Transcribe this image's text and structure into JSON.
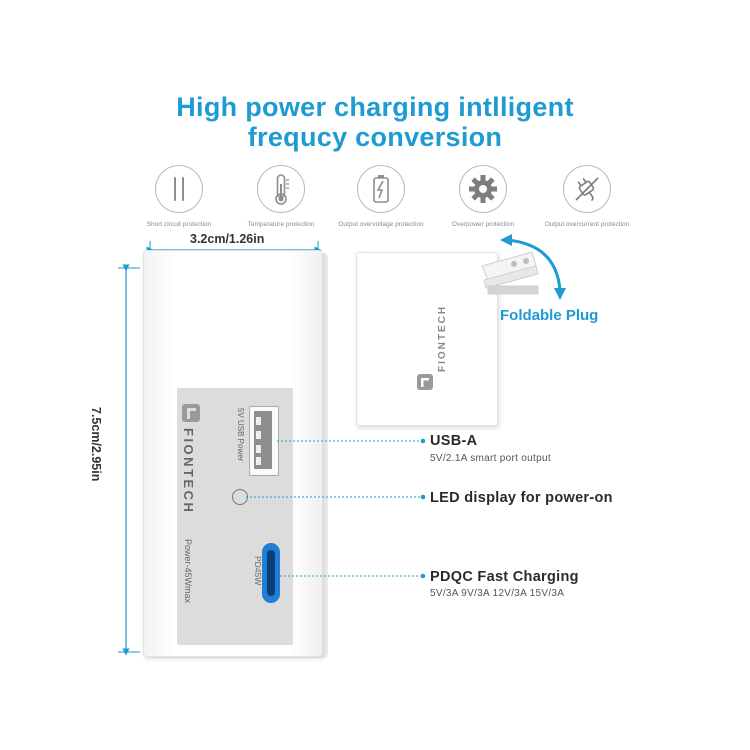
{
  "title": {
    "line1": "High power charging intlligent",
    "line2": "frequcy conversion"
  },
  "features": [
    {
      "icon": "short-circuit-icon",
      "label": "Short circuit protection"
    },
    {
      "icon": "thermometer-icon",
      "label": "Temperature protection"
    },
    {
      "icon": "battery-bolt-icon",
      "label": "Output overvoltage protection"
    },
    {
      "icon": "gear-icon",
      "label": "Overpower protection"
    },
    {
      "icon": "plug-slash-icon",
      "label": "Output overcurrent protection"
    }
  ],
  "dimensions": {
    "width": "3.2cm/1.26in",
    "height": "7.5cm/2.95in"
  },
  "product": {
    "brand": "FIONTECH",
    "usb_port_label": "5V USB Power",
    "power_label": "Power-45Wmax",
    "typec_label": "PD45W"
  },
  "callouts": {
    "usb_a_title": "USB-A",
    "usb_a_sub": "5V/2.1A smart port output",
    "led_title": "LED display for power-on",
    "pdqc_title": "PDQC Fast Charging",
    "pdqc_sub": "5V/3A 9V/3A 12V/3A 15V/3A"
  },
  "plug": {
    "brand": "FIONTECH",
    "label": "Foldable Plug"
  },
  "colors": {
    "accent": "#1e9bd2",
    "typec_port": "#1e7ed8"
  }
}
